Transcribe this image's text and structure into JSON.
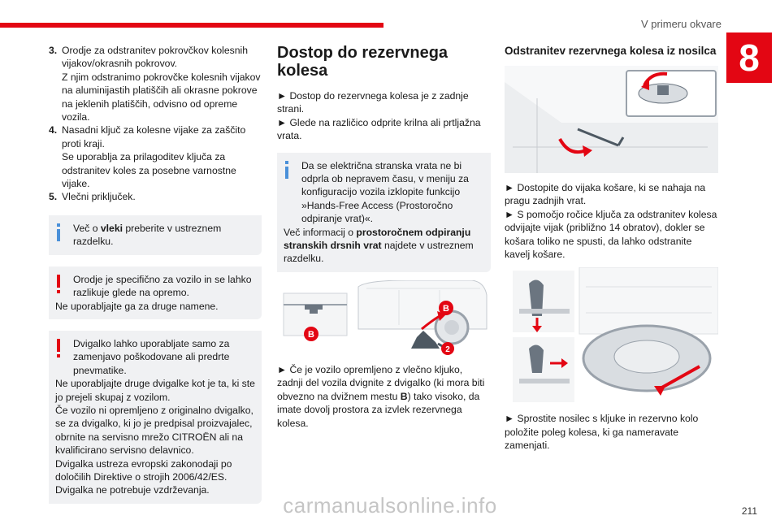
{
  "header": {
    "chapter_title": "V primeru okvare",
    "chapter_number": "8",
    "page_number": "211"
  },
  "watermark": "carmanualsonline.info",
  "col1": {
    "items": [
      {
        "n": "3.",
        "lines": [
          "Orodje za odstranitev pokrovčkov kolesnih vijakov/okrasnih pokrovov.",
          "Z njim odstranimo pokrovčke kolesnih vijakov na aluminijastih platiščih ali okrasne pokrove na jeklenih platiščih, odvisno od opreme vozila."
        ]
      },
      {
        "n": "4.",
        "lines": [
          "Nasadni ključ za kolesne vijake za zaščito proti kraji.",
          "Se uporablja za prilagoditev ključa za odstranitev koles za posebne varnostne vijake."
        ]
      },
      {
        "n": "5.",
        "lines": [
          "Vlečni priključek."
        ]
      }
    ],
    "info_box": {
      "pre": "Več o ",
      "bold": "vleki",
      "post": " preberite v ustreznem razdelku."
    },
    "warn_box1": {
      "line1": "Orodje je specifično za vozilo in se lahko razlikuje glede na opremo.",
      "line2": "Ne uporabljajte ga za druge namene."
    },
    "warn_box2": {
      "line1": "Dvigalko lahko uporabljate samo za zamenjavo poškodovane ali predrte pnevmatike.",
      "lines": [
        "Ne uporabljajte druge dvigalke kot je ta, ki ste jo prejeli skupaj z vozilom.",
        "Če vozilo ni opremljeno z originalno dvigalko, se za dvigalko, ki jo je predpisal proizvajalec, obrnite na servisno mrežo CITROËN ali na kvalificirano servisno delavnico.",
        "Dvigalka ustreza evropski zakonodaji po določilih Direktive o strojih 2006/42/ES.",
        "Dvigalka ne potrebuje vzdrževanja."
      ]
    }
  },
  "col2": {
    "title": "Dostop do rezervnega kolesa",
    "steps": [
      "► Dostop do rezervnega kolesa je z zadnje strani.",
      "► Glede na različico odprite krilna ali prtljažna vrata."
    ],
    "info_box": {
      "line1": "Da se električna stranska vrata ne bi odprla ob nepravem času, v meniju za konfiguracijo vozila izklopite funkcijo »Hands-Free Access (Prostoročno odpiranje vrat)«.",
      "pre": "Več informacij o ",
      "bold": "prostoročnem odpiranju stranskih drsnih vrat",
      "post": " najdete v ustreznem razdelku."
    },
    "figure_labels": {
      "b1": "B",
      "b2": "B",
      "n2": "2"
    },
    "after_pre": "► Če je vozilo opremljeno z vlečno kljuko, zadnji del vozila dvignite z dvigalko (ki mora biti obvezno na dvižnem mestu ",
    "after_bold": "B",
    "after_post": ") tako visoko, da imate dovolj prostora za izvlek rezervnega kolesa."
  },
  "col3": {
    "title": "Odstranitev rezervnega kolesa iz nosilca",
    "steps": [
      "► Dostopite do vijaka košare, ki se nahaja na pragu zadnjih vrat.",
      "► S pomočjo ročice ključa za odstranitev kolesa odvijajte vijak (približno 14 obratov), dokler se košara toliko ne spusti, da lahko odstranite kavelj košare."
    ],
    "final": "► Sprostite nosilec s kljuke in rezervno kolo položite poleg kolesa, ki ga nameravate zamenjati."
  },
  "colors": {
    "accent": "#e30613",
    "info": "#4a90d9",
    "box_bg": "#f0f1f3"
  }
}
